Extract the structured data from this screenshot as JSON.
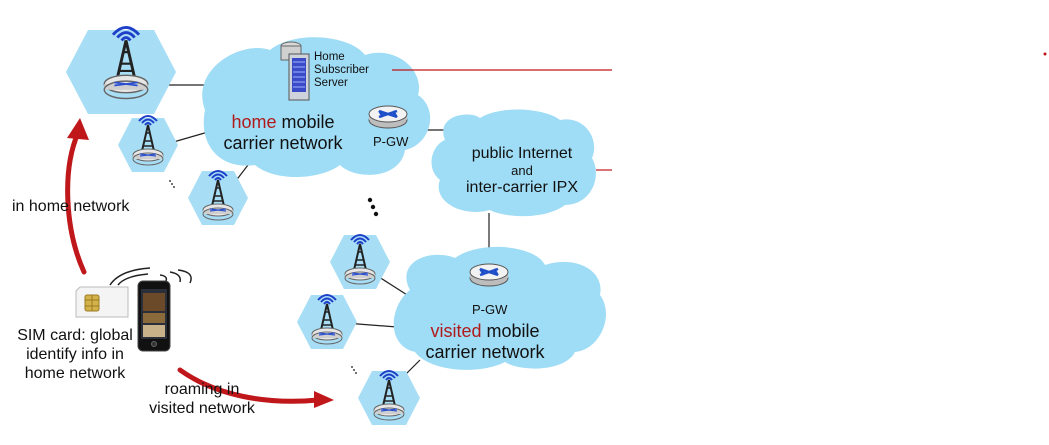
{
  "home_network": {
    "highlight": "home",
    "line1_rest": " mobile",
    "line2": "carrier network",
    "hss_label": [
      "Home",
      "Subscriber",
      "Server"
    ],
    "pgw_label": "P-GW"
  },
  "internet": {
    "line1": "public Internet",
    "line2": "and",
    "line3": "inter-carrier IPX"
  },
  "visited_network": {
    "highlight": "visited",
    "line1_rest": " mobile",
    "line2": "carrier network",
    "pgw_label": "P-GW"
  },
  "annotations": {
    "in_home": "in home network",
    "sim_card": [
      "SIM card: global",
      "identify info in",
      "home network"
    ],
    "roaming": [
      "roaming in",
      "visited network"
    ]
  },
  "colors": {
    "cloud": "#9fdcf5",
    "hexagon": "#a8def5",
    "arrow": "#c0171b",
    "highlight_text": "#b11a1a",
    "leader_line": "#c0171b"
  },
  "icons": [
    "cell-tower-icon",
    "router-icon",
    "server-icon",
    "sim-card-icon",
    "smartphone-icon",
    "wireless-signal-icon"
  ]
}
